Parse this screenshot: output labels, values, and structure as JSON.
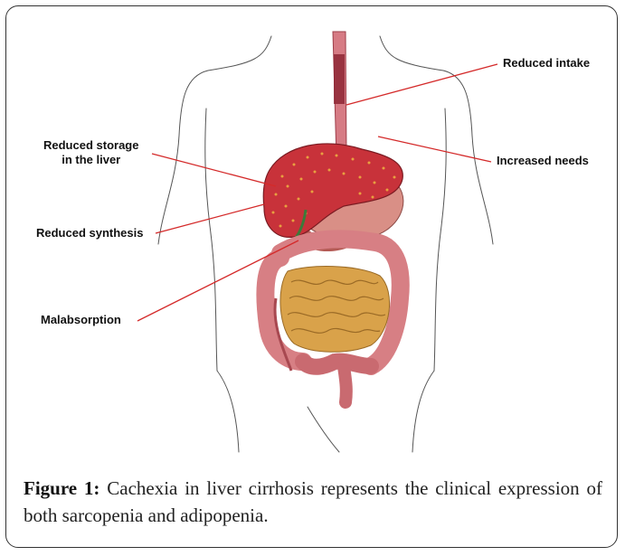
{
  "labels": {
    "reduced_intake": "Reduced intake",
    "increased_needs": "Increased needs",
    "reduced_storage_line1": "Reduced storage",
    "reduced_storage_line2": "in the liver",
    "reduced_synthesis": "Reduced synthesis",
    "malabsorption": "Malabsorption"
  },
  "caption": {
    "figure_label": "Figure 1:",
    "text": "Cachexia in liver cirrhosis represents the clinical expression of both sarcopenia and adipopenia."
  },
  "colors": {
    "pointer_line": "#d42a2a",
    "liver": "#c8323a",
    "stomach": "#d98f86",
    "small_intestine": "#d9a24a",
    "large_intestine": "#d77f84",
    "body_outline": "#555555"
  }
}
